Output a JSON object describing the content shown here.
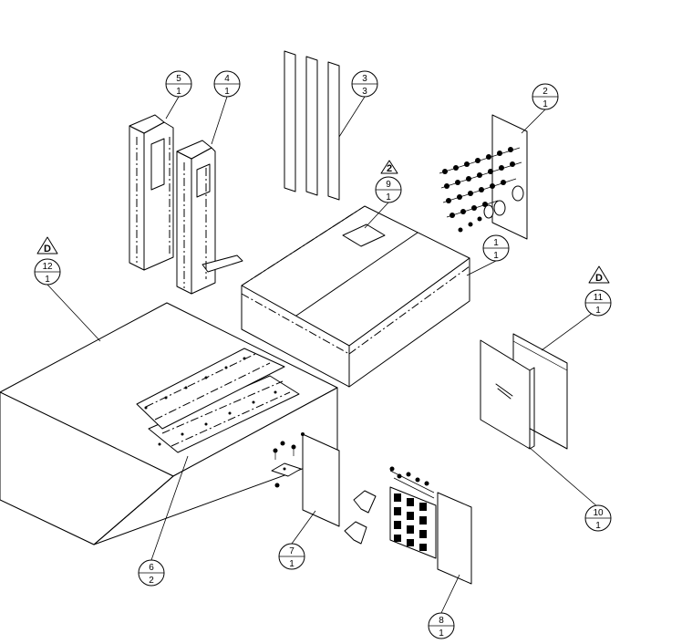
{
  "balloons": [
    {
      "id": "b1",
      "item": "1",
      "qty": "1"
    },
    {
      "id": "b2",
      "item": "2",
      "qty": "1"
    },
    {
      "id": "b3",
      "item": "3",
      "qty": "3"
    },
    {
      "id": "b4",
      "item": "4",
      "qty": "1"
    },
    {
      "id": "b5",
      "item": "5",
      "qty": "1"
    },
    {
      "id": "b6",
      "item": "6",
      "qty": "2"
    },
    {
      "id": "b7",
      "item": "7",
      "qty": "1"
    },
    {
      "id": "b8",
      "item": "8",
      "qty": "1"
    },
    {
      "id": "b9",
      "item": "9",
      "qty": "1"
    },
    {
      "id": "b10",
      "item": "10",
      "qty": "1"
    },
    {
      "id": "b11",
      "item": "11",
      "qty": "1"
    },
    {
      "id": "b12",
      "item": "12",
      "qty": "1"
    }
  ],
  "revision_flags": [
    {
      "id": "r12",
      "letter": "D"
    },
    {
      "id": "r9",
      "letter": "2"
    },
    {
      "id": "r11",
      "letter": "D"
    }
  ]
}
